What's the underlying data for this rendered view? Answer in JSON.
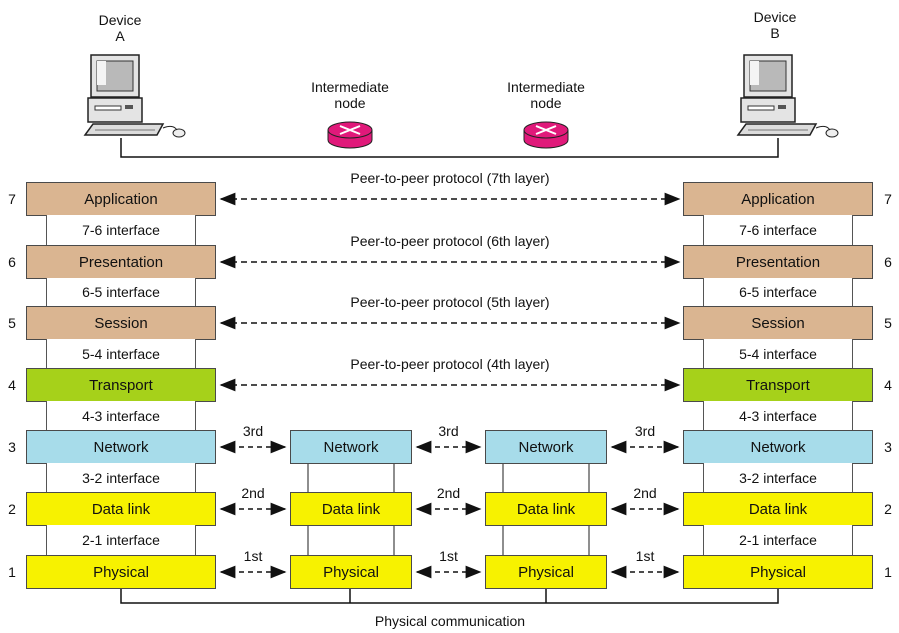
{
  "devices": {
    "a": {
      "line1": "Device",
      "line2": "A"
    },
    "b": {
      "line1": "Device",
      "line2": "B"
    }
  },
  "nodes": {
    "left": {
      "line1": "Intermediate",
      "line2": "node"
    },
    "right": {
      "line1": "Intermediate",
      "line2": "node"
    }
  },
  "layers": [
    {
      "num": "7",
      "name": "Application",
      "color": "#dab591",
      "peer": "Peer-to-peer protocol (7th layer)",
      "iface": "7-6 interface"
    },
    {
      "num": "6",
      "name": "Presentation",
      "color": "#dab591",
      "peer": "Peer-to-peer protocol (6th layer)",
      "iface": "6-5 interface"
    },
    {
      "num": "5",
      "name": "Session",
      "color": "#dab591",
      "peer": "Peer-to-peer protocol (5th layer)",
      "iface": "5-4 interface"
    },
    {
      "num": "4",
      "name": "Transport",
      "color": "#a6d11a",
      "peer": "Peer-to-peer protocol (4th layer)",
      "iface": "4-3 interface"
    },
    {
      "num": "3",
      "name": "Network",
      "color": "#a7dcea",
      "hop": "3rd",
      "iface": "3-2 interface"
    },
    {
      "num": "2",
      "name": "Data link",
      "color": "#f7f200",
      "hop": "2nd",
      "iface": "2-1 interface"
    },
    {
      "num": "1",
      "name": "Physical",
      "color": "#f7f200",
      "hop": "1st"
    }
  ],
  "router_color": "#e0197a",
  "bottom_label": "Physical communication"
}
